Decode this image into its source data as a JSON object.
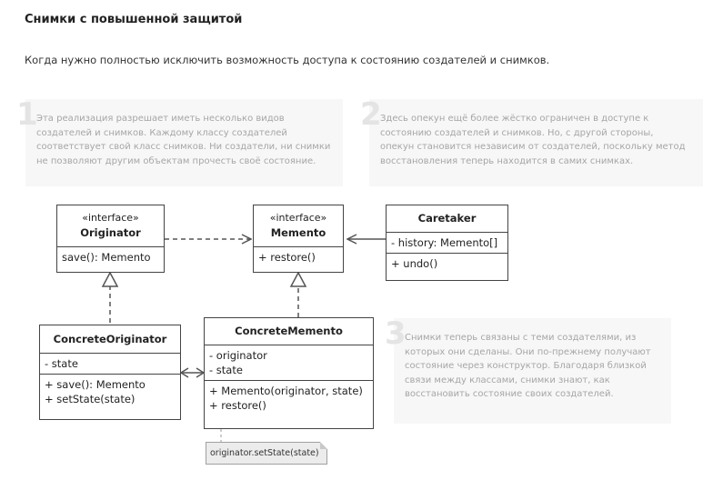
{
  "header": {
    "title": "Снимки с повышенной защитой",
    "subtitle": "Когда нужно полностью исключить возможность доступа к состоянию создателей и снимков."
  },
  "notes": [
    {
      "number": "1",
      "lines": [
        "Эта реализация разрешает иметь несколько видов",
        "создателей и снимков. Каждому классу создателей",
        "соответствует свой класс снимков. Ни создатели, ни снимки",
        "не позволяют другим объектам прочесть своё состояние."
      ]
    },
    {
      "number": "2",
      "lines": [
        "Здесь опекун ещё более жёстко ограничен в доступе к",
        "состоянию создателей и снимков. Но, с другой стороны,",
        "опекун становится независим от создателей, поскольку метод",
        "восстановления теперь находится в самих снимках."
      ]
    },
    {
      "number": "3",
      "lines": [
        "Снимки теперь связаны с теми создателями, из",
        "которых они сделаны. Они по-прежнему получают",
        "состояние через конструктор. Благодаря близкой",
        "связи между классами, снимки знают, как",
        "восстановить состояние своих создателей."
      ]
    }
  ],
  "classes": {
    "originator": {
      "stereotype": "«interface»",
      "name": "Originator",
      "methods": [
        "save(): Memento"
      ]
    },
    "memento": {
      "stereotype": "«interface»",
      "name": "Memento",
      "methods": [
        "+ restore()"
      ]
    },
    "caretaker": {
      "name": "Caretaker",
      "fields": [
        "- history: Memento[]"
      ],
      "methods": [
        "+ undo()"
      ]
    },
    "concrete_originator": {
      "name": "ConcreteOriginator",
      "fields": [
        "- state"
      ],
      "methods": [
        "+ save(): Memento",
        "+ setState(state)"
      ]
    },
    "concrete_memento": {
      "name": "ConcreteMemento",
      "fields": [
        "- originator",
        "- state"
      ],
      "methods": [
        "+ Memento(originator, state)",
        "+ restore()"
      ]
    }
  },
  "code_note": "originator.setState(state)"
}
